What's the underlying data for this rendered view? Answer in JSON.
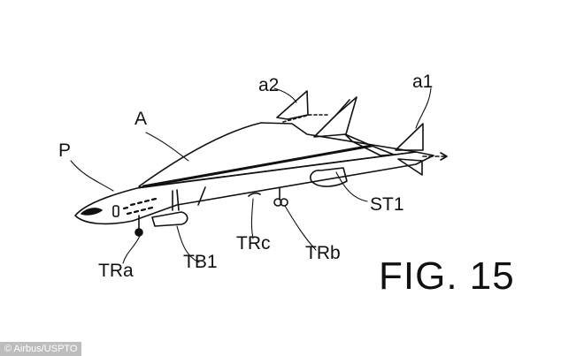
{
  "figure": {
    "title": "FIG. 15",
    "labels": {
      "P": "P",
      "A": "A",
      "a1": "a1",
      "a2": "a2",
      "TRa": "TRa",
      "TB1": "TB1",
      "TRc": "TRc",
      "TRb": "TRb",
      "ST1": "ST1"
    }
  },
  "credit": "© Airbus/USPTO"
}
